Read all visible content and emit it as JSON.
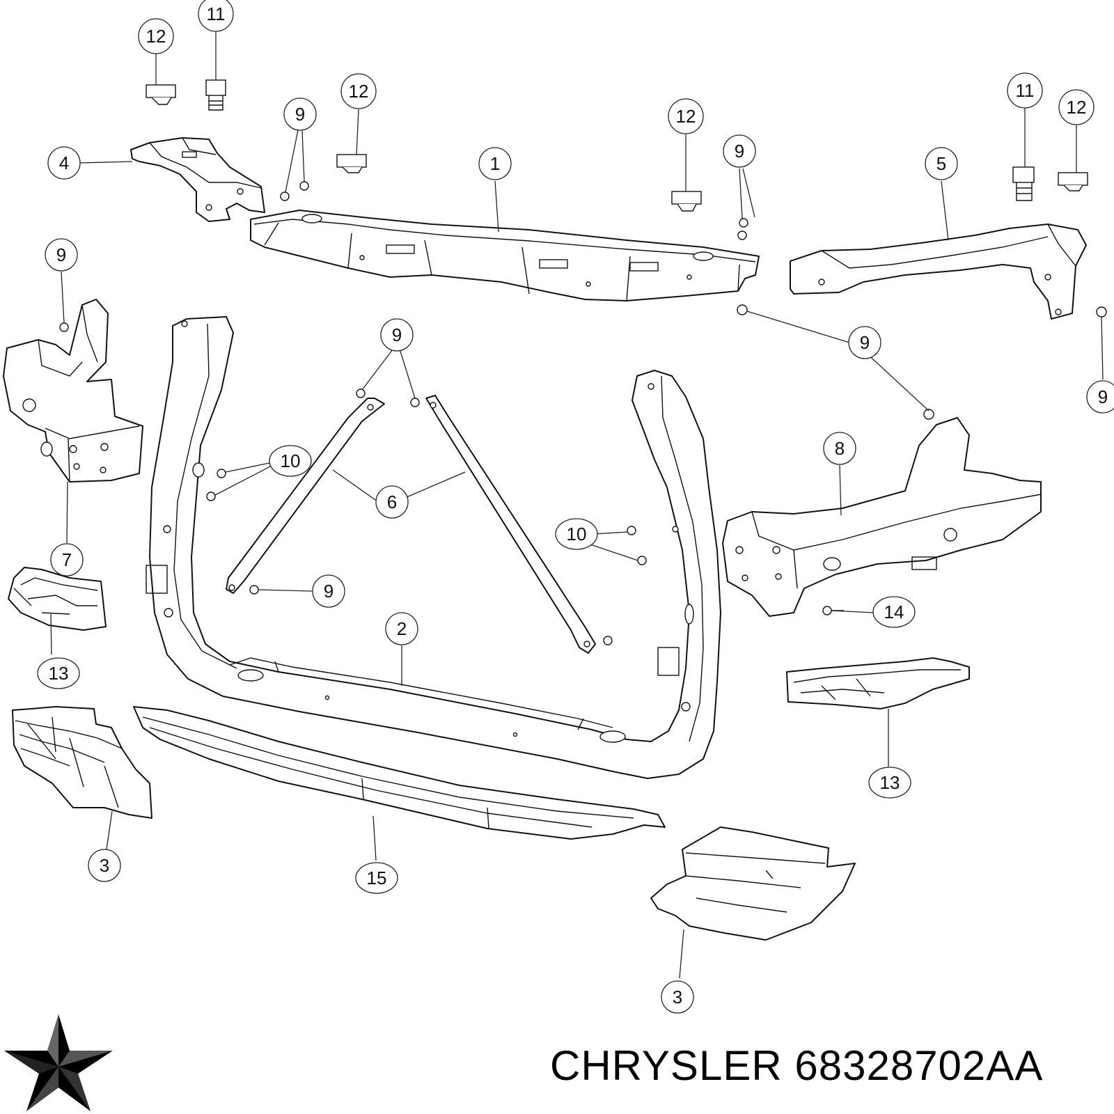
{
  "caption": {
    "brand": "CHRYSLER",
    "part_number": "68328702AA"
  },
  "logo": {
    "icon": "pentastar-logo-icon"
  },
  "callouts": [
    {
      "id": "c-12a",
      "label": "12"
    },
    {
      "id": "c-11a",
      "label": "11"
    },
    {
      "id": "c-4",
      "label": "4"
    },
    {
      "id": "c-12b",
      "label": "12"
    },
    {
      "id": "c-9a",
      "label": "9"
    },
    {
      "id": "c-12c",
      "label": "12"
    },
    {
      "id": "c-1",
      "label": "1"
    },
    {
      "id": "c-9b",
      "label": "9"
    },
    {
      "id": "c-11b",
      "label": "11"
    },
    {
      "id": "c-12d",
      "label": "12"
    },
    {
      "id": "c-5",
      "label": "5"
    },
    {
      "id": "c-9c",
      "label": "9"
    },
    {
      "id": "c-9d",
      "label": "9"
    },
    {
      "id": "c-9e",
      "label": "9"
    },
    {
      "id": "c-9f",
      "label": "9"
    },
    {
      "id": "c-10a",
      "label": "10"
    },
    {
      "id": "c-6",
      "label": "6"
    },
    {
      "id": "c-8",
      "label": "8"
    },
    {
      "id": "c-7",
      "label": "7"
    },
    {
      "id": "c-10b",
      "label": "10"
    },
    {
      "id": "c-9g",
      "label": "9"
    },
    {
      "id": "c-14",
      "label": "14"
    },
    {
      "id": "c-2",
      "label": "2"
    },
    {
      "id": "c-13a",
      "label": "13"
    },
    {
      "id": "c-13b",
      "label": "13"
    },
    {
      "id": "c-3a",
      "label": "3"
    },
    {
      "id": "c-15",
      "label": "15"
    },
    {
      "id": "c-3b",
      "label": "3"
    }
  ]
}
